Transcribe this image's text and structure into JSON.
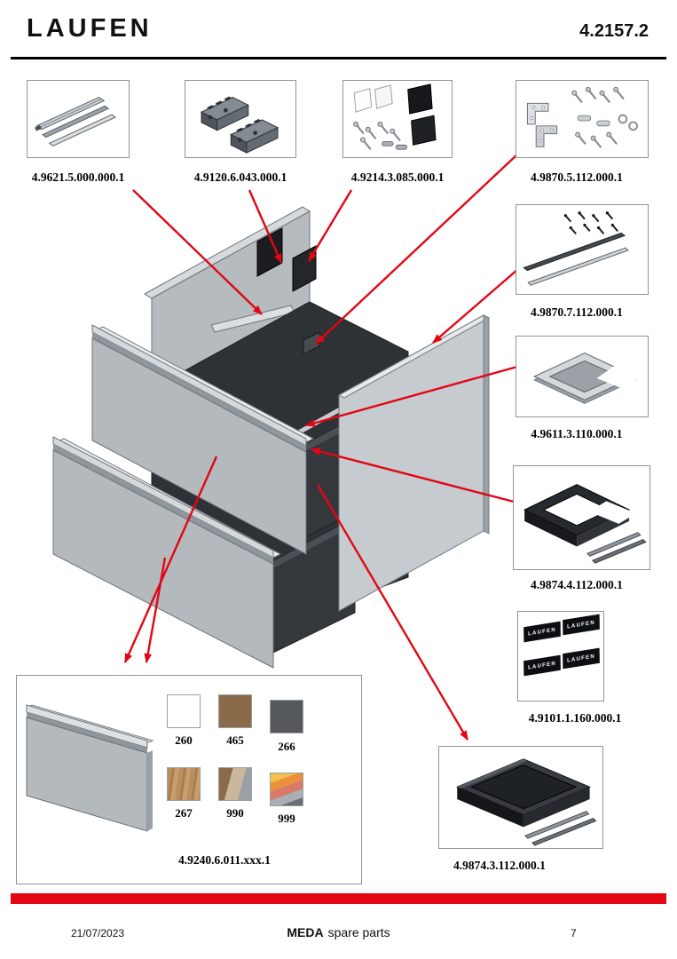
{
  "header": {
    "logo": "LAUFEN",
    "doc_number": "4.2157.2"
  },
  "parts": {
    "rails": {
      "number": "4.9621.5.000.000.1"
    },
    "mounting": {
      "number": "4.9120.6.043.000.1"
    },
    "back_panels": {
      "number": "4.9214.3.085.000.1"
    },
    "angle_brackets": {
      "number": "4.9870.5.112.000.1"
    },
    "profile_strips": {
      "number": "4.9870.7.112.000.1"
    },
    "inner_frame": {
      "number": "4.9611.3.110.000.1"
    },
    "drawer_frame_dark": {
      "number": "4.9874.4.112.000.1"
    },
    "logo_plates": {
      "number": "4.9101.1.160.000.1",
      "plate_text": "LAUFEN"
    },
    "drawer_box": {
      "number": "4.9874.3.112.000.1"
    },
    "drawer_front": {
      "number": "4.9240.6.011.xxx.1"
    }
  },
  "finish_swatches": [
    {
      "code": "260",
      "color": "#ffffff"
    },
    {
      "code": "465",
      "color": "#8a6a49"
    },
    {
      "code": "266",
      "color": "#54585d"
    },
    {
      "code": "267",
      "color": "#b58a54"
    },
    {
      "code": "990",
      "color": "#a98a63"
    },
    {
      "code": "999",
      "color": "#e8a23a"
    }
  ],
  "footer": {
    "date": "21/07/2023",
    "product": "MEDA",
    "caption": "spare parts",
    "page": "7"
  },
  "accent": {
    "red": "#e30613"
  }
}
